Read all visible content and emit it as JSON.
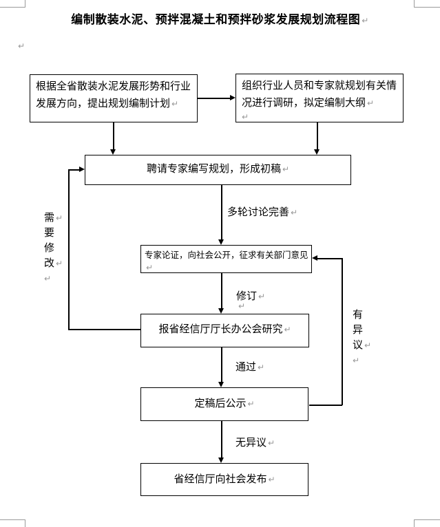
{
  "doc": {
    "title": "编制散装水泥、预拌混凝土和预拌砂浆发展规划流程图",
    "pilcrow": "↵"
  },
  "boxes": {
    "plan": "根据全省散装水泥发展形势和行业发展方向，提出规划编制计划",
    "survey": "组织行业人员和专家就规划有关情况进行调研，拟定编制大纲",
    "draft": "聘请专家编写规划，形成初稿",
    "review": "专家论证，向社会公开，征求有关部门意见",
    "meeting": "报省经信厅厅长办公会研究",
    "publicity": "定稿后公示",
    "release": "省经信厅向社会发布"
  },
  "labels": {
    "discuss": "多轮讨论完善",
    "revise": "修订",
    "pass": "通过",
    "no_objection": "无异议",
    "need_modify": [
      "需",
      "要",
      "修",
      "改"
    ],
    "objection": [
      "有",
      "异",
      "议"
    ]
  },
  "colors": {
    "line": "#000000",
    "pilcrow": "#979797",
    "boundary_mark": "#9a9a9a"
  }
}
